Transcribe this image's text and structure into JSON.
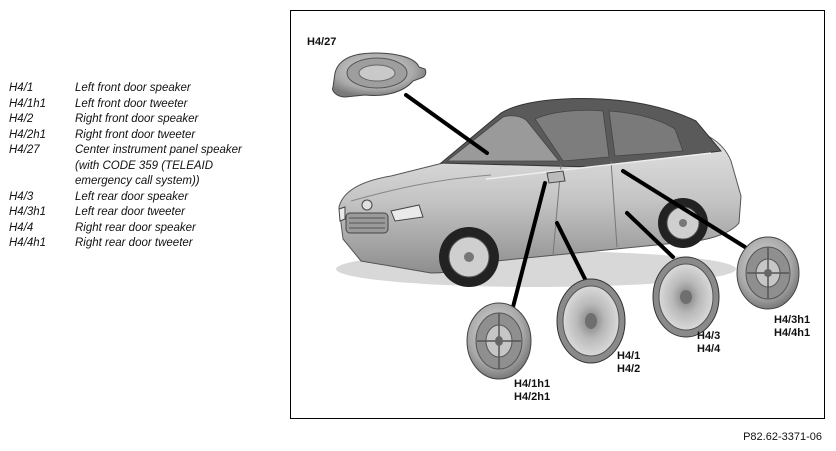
{
  "legend": [
    {
      "code": "H4/1",
      "lines": [
        "Left front door speaker"
      ]
    },
    {
      "code": "H4/1h1",
      "lines": [
        "Left front door tweeter"
      ]
    },
    {
      "code": "H4/2",
      "lines": [
        "Right front door speaker"
      ]
    },
    {
      "code": "H4/2h1",
      "lines": [
        "Right front door tweeter"
      ]
    },
    {
      "code": "H4/27",
      "lines": [
        "Center instrument panel speaker",
        "(with CODE 359 (TELEAID",
        "emergency call system))"
      ]
    },
    {
      "code": "H4/3",
      "lines": [
        "Left rear door speaker"
      ]
    },
    {
      "code": "H4/3h1",
      "lines": [
        "Left rear door tweeter"
      ]
    },
    {
      "code": "H4/4",
      "lines": [
        "Right rear door speaker"
      ]
    },
    {
      "code": "H4/4h1",
      "lines": [
        "Right rear door tweeter"
      ]
    }
  ],
  "callouts": {
    "center": "H4/27",
    "front_tweeter": [
      "H4/1h1",
      "H4/2h1"
    ],
    "front_speaker": [
      "H4/1",
      "H4/2"
    ],
    "rear_speaker": [
      "H4/3",
      "H4/4"
    ],
    "rear_tweeter": [
      "H4/3h1",
      "H4/4h1"
    ]
  },
  "figure_ref": "P82.62-3371-06",
  "colors": {
    "car_body": "#c9c9c9",
    "speaker": "#b4b4b4",
    "leader": "#000000"
  }
}
